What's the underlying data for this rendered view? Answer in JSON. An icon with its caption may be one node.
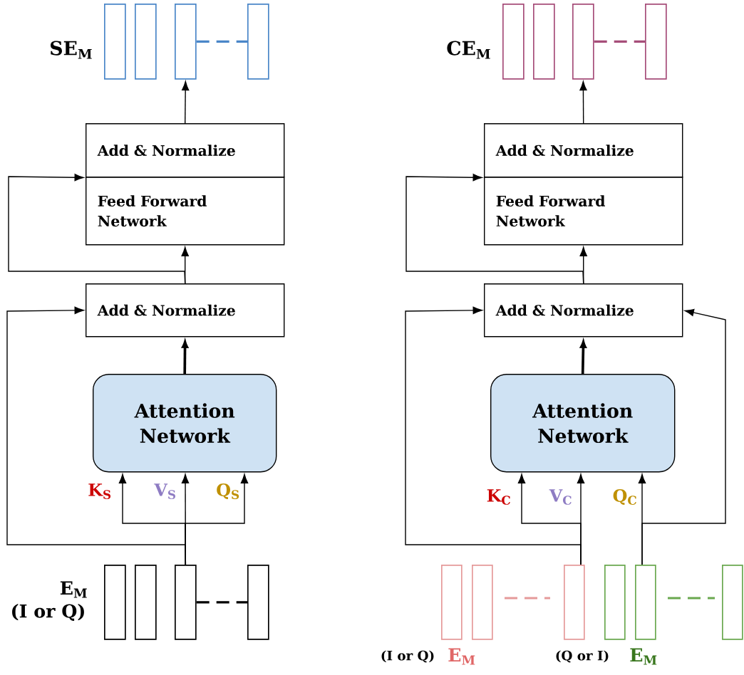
{
  "diagram": {
    "nodes": [
      {
        "text": [
          "Add & Normalize"
        ]
      },
      {
        "text": [
          "Feed Forward Network"
        ]
      },
      {
        "text": [
          "Add & Normalize"
        ]
      },
      {
        "text": [
          "Attention Network"
        ]
      },
      {
        "text": [],
        "shape": "bar"
      },
      {
        "text": [],
        "shape": "bar"
      },
      {
        "text": [],
        "shape": "bar"
      },
      {
        "text": [],
        "shape": "bar"
      },
      {
        "text": [],
        "shape": "bar"
      },
      {
        "text": [],
        "shape": "bar"
      },
      {
        "text": [],
        "shape": "bar"
      },
      {
        "text": [],
        "shape": "bar"
      },
      {
        "text": [
          "Add & Normalize"
        ]
      },
      {
        "text": [
          "Feed Forward Network"
        ]
      },
      {
        "text": [
          "Add & Normalize"
        ]
      },
      {
        "text": [
          "Attention Network"
        ]
      },
      {
        "text": [],
        "shape": "bar"
      },
      {
        "text": [],
        "shape": "bar"
      },
      {
        "text": [],
        "shape": "bar"
      },
      {
        "text": [],
        "shape": "bar"
      },
      {
        "text": [],
        "shape": "bar"
      },
      {
        "text": [],
        "shape": "bar"
      },
      {
        "text": [],
        "shape": "bar"
      },
      {
        "text": [],
        "shape": "bar"
      },
      {
        "text": [],
        "shape": "bar"
      },
      {
        "text": [],
        "shape": "bar"
      }
    ],
    "edges": [
      {
        "from": 0,
        "to": 6,
        "arrow": "to"
      },
      {
        "from": 2,
        "to": 1,
        "arrow": "to"
      },
      {
        "from": 2,
        "to": 0,
        "arrow": "to"
      },
      {
        "from": 3,
        "to": 2,
        "arrow": "to",
        "style": "thick"
      },
      {
        "from": 10,
        "to": 3,
        "arrow": "to",
        "label": "K$_{S}$"
      },
      {
        "from": 10,
        "to": 3,
        "arrow": "to",
        "label": "V$_{S}$"
      },
      {
        "from": 10,
        "to": 3,
        "arrow": "to",
        "label": "Q$_{S}$"
      },
      {
        "from": 10,
        "to": 2,
        "arrow": "to"
      },
      {
        "from": 12,
        "to": 18,
        "arrow": "to"
      },
      {
        "from": 14,
        "to": 13,
        "arrow": "to"
      },
      {
        "from": 14,
        "to": 12,
        "arrow": "to"
      },
      {
        "from": 15,
        "to": 14,
        "arrow": "to",
        "style": "thick"
      },
      {
        "from": 22,
        "to": 15,
        "arrow": "to",
        "label": "K$_{C}$"
      },
      {
        "from": 22,
        "to": 15,
        "arrow": "to",
        "label": "V$_{C}$"
      },
      {
        "from": 24,
        "to": 15,
        "arrow": "to",
        "label": "Q$_{C}$"
      },
      {
        "from": 22,
        "to": 14,
        "arrow": "to"
      },
      {
        "from": 24,
        "to": 14,
        "arrow": "to"
      },
      {
        "from": 6,
        "to": 7,
        "arrow": "none",
        "style": "dashed",
        "color": "#4a86c8"
      },
      {
        "from": 10,
        "to": 11,
        "arrow": "none",
        "style": "dashed"
      },
      {
        "from": 18,
        "to": 19,
        "arrow": "none",
        "style": "dashed",
        "color": "#a64d79"
      }
    ],
    "labels": [
      "SE$_{M}$",
      "CE$_{M}$",
      "E$_{M}$",
      "(I or Q)",
      "(I or Q)",
      "E$_{M}$",
      "(Q or I)",
      "E$_{M}$"
    ]
  }
}
